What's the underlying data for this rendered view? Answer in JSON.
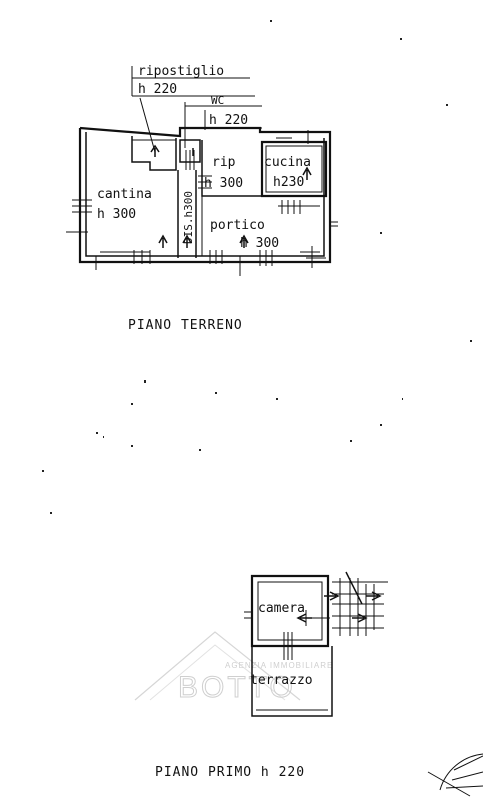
{
  "ground_floor": {
    "rooms": {
      "ripostiglio": {
        "name": "ripostiglio",
        "height": "h 220"
      },
      "wc": {
        "name": "WC",
        "height": "h 220"
      },
      "rip": {
        "name": "rip",
        "height": "h 300"
      },
      "cucina": {
        "name": "cucina",
        "height": "h230"
      },
      "cantina": {
        "name": "cantina",
        "height": "h 300"
      },
      "dis": {
        "name": "DIS.h300"
      },
      "portico": {
        "name": "portico",
        "height": "h 300"
      }
    },
    "caption": "PIANO TERRENO"
  },
  "first_floor": {
    "rooms": {
      "camera": {
        "name": "camera"
      },
      "terrazzo": {
        "name": "terrazzo"
      }
    },
    "caption": "PIANO PRIMO h 220"
  },
  "watermark": {
    "brand": "BOTTO",
    "tagline": "AGENZIA IMMOBILIARE"
  }
}
